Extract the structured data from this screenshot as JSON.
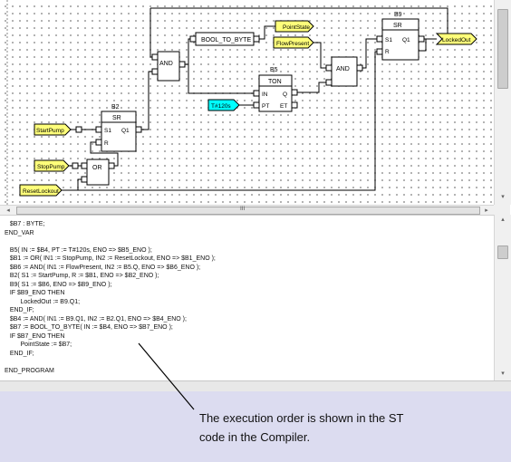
{
  "blocks": {
    "b9": {
      "name": "B9",
      "type": "SR",
      "in1": "S1",
      "in2": "R",
      "out": "Q1"
    },
    "b5": {
      "name": "B5",
      "type": "TON",
      "in1": "IN",
      "in2": "PT",
      "out1": "Q",
      "out2": "ET"
    },
    "b2": {
      "name": "B2",
      "type": "SR",
      "in1": "S1",
      "in2": "R",
      "out": "Q1"
    },
    "and1": {
      "type": "AND"
    },
    "and2": {
      "type": "AND"
    },
    "or1": {
      "type": "OR"
    },
    "bool_to_byte": {
      "type": "BOOL_TO_BYTE"
    }
  },
  "variables": {
    "point_state": "PointState",
    "flow_present": "FlowPresent",
    "locked_out": "LockedOut",
    "time_constant": "T#120s",
    "start_pump": "StartPump",
    "stop_pump": "StopPump",
    "reset_lockout": "ResetLockout"
  },
  "colors": {
    "variable_fill": "#ffff7a",
    "constant_fill": "#00ffff",
    "callout_bg": "#dcdcf0"
  },
  "scroll_glyphs": {
    "left": "◂",
    "right": "▸",
    "up": "▴",
    "down": "▾",
    "grip": "III"
  },
  "st_code": "   $B7 : BYTE;\nEND_VAR\n\n   B5( IN := $B4, PT := T#120s, ENO => $B5_ENO );\n   $B1 := OR( IN1 := StopPump, IN2 := ResetLockout, ENO => $B1_ENO );\n   $B6 := AND( IN1 := FlowPresent, IN2 := B5.Q, ENO => $B6_ENO );\n   B2( S1 := StartPump, R := $B1, ENO => $B2_ENO );\n   B9( S1 := $B6, ENO => $B9_ENO );\n   IF $B9_ENO THEN\n         LockedOut := B9.Q1;\n   END_IF;\n   $B4 := AND( IN1 := B9.Q1, IN2 := B2.Q1, ENO => $B4_ENO );\n   $B7 := BOOL_TO_BYTE( IN := $B4, ENO => $B7_ENO );\n   IF $B7_ENO THEN\n         PointState := $B7;\n   END_IF;\n\nEND_PROGRAM",
  "callout": "The execution order is shown in the ST\ncode in the Compiler."
}
